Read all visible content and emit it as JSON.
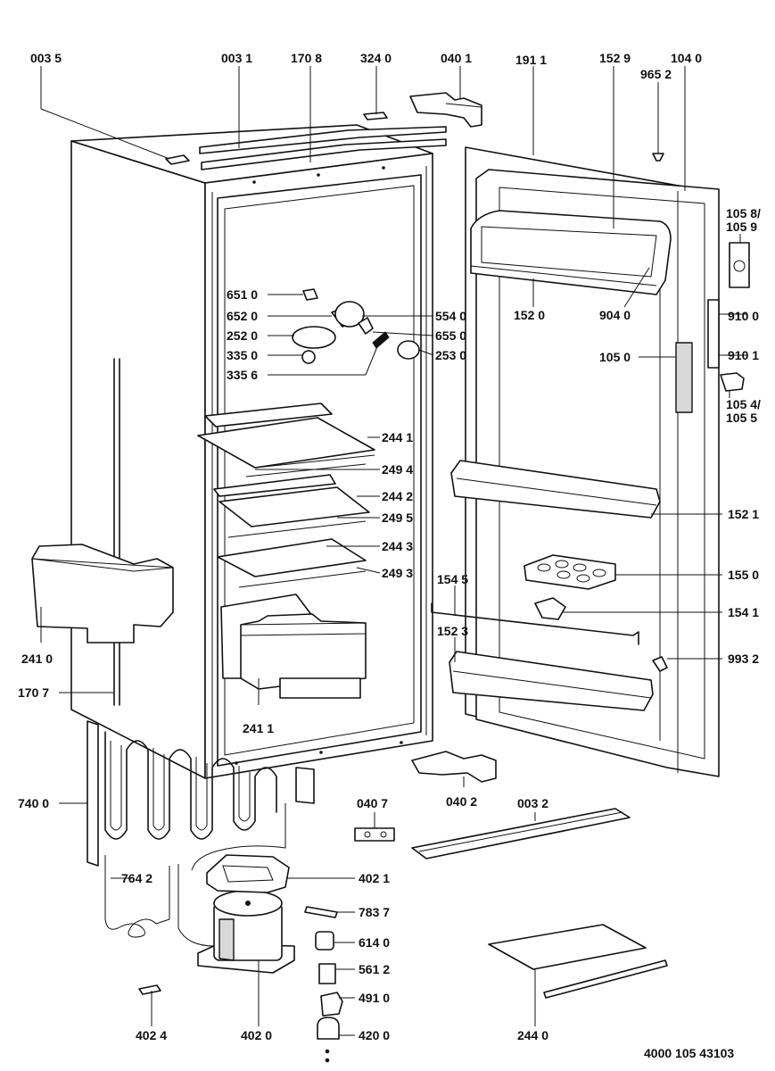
{
  "labels": {
    "l0035": "003 5",
    "l0031": "003 1",
    "l1708": "170 8",
    "l3240": "324 0",
    "l0401": "040 1",
    "l1911": "191 1",
    "l1529": "152 9",
    "l1040": "104 0",
    "l9652": "965 2",
    "l1058": "105 8/",
    "l1059": "105 9",
    "l6510": "651 0",
    "l6520": "652 0",
    "l2520": "252 0",
    "l3350": "335 0",
    "l3356": "335 6",
    "l5540": "554 0",
    "l6550": "655 0",
    "l2530": "253 0",
    "l1520": "152 0",
    "l9040": "904 0",
    "l9100": "910 0",
    "l1050": "105 0",
    "l9101": "910 1",
    "l1054": "105 4/",
    "l1055": "105 5",
    "l2441": "244 1",
    "l2494": "249 4",
    "l2442": "244 2",
    "l2495": "249 5",
    "l2443": "244 3",
    "l2493": "249 3",
    "l1521": "152 1",
    "l1550": "155 0",
    "l1545": "154 5",
    "l1541": "154 1",
    "l1523": "152 3",
    "l9932": "993 2",
    "l2410": "241 0",
    "l1707": "170 7",
    "l2411": "241 1",
    "l7400": "740 0",
    "l0407": "040 7",
    "l0402": "040 2",
    "l0032": "003 2",
    "l7642": "764 2",
    "l4021": "402 1",
    "l7837": "783 7",
    "l6140": "614 0",
    "l5612": "561 2",
    "l4910": "491 0",
    "l4200": "420 0",
    "l4024": "402 4",
    "l4020": "402 0",
    "l2440": "244 0"
  },
  "document_number": "4000 105 43103"
}
